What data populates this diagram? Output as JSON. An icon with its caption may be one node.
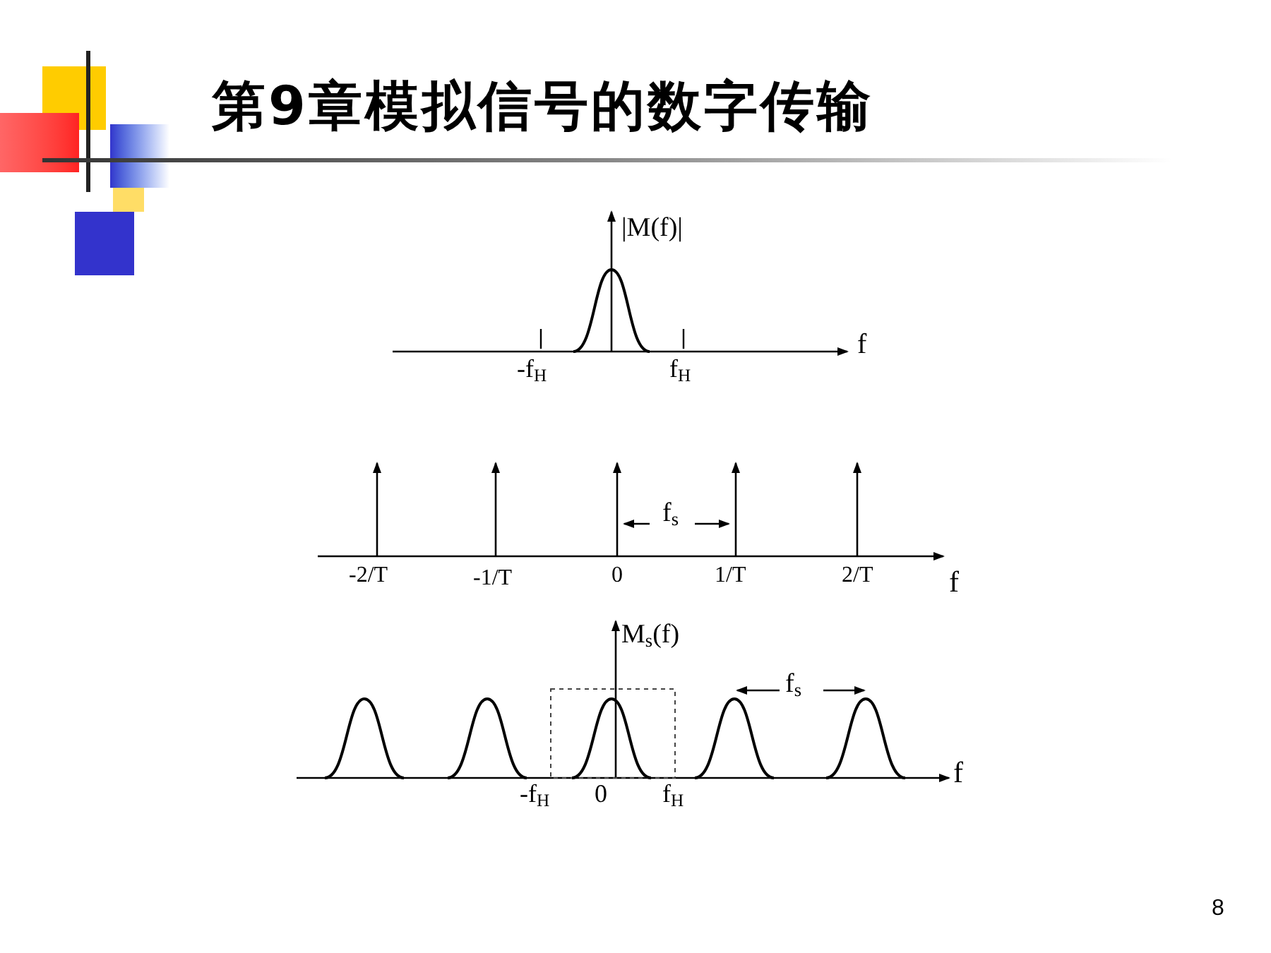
{
  "diagram": {
    "title": "第9章模拟信号的数字传输",
    "labels": [
      "|M(f)|",
      "f",
      "-f$_{H}$",
      "f$_{H}$",
      "f$_{s}$",
      "-2/T",
      "-1/T",
      "0",
      "1/T",
      "2/T",
      "f",
      "M$_{s}$(f)",
      "f$_{s}$",
      "f",
      "-f$_{H}$",
      "0",
      "f$_{H}$",
      "8"
    ]
  }
}
